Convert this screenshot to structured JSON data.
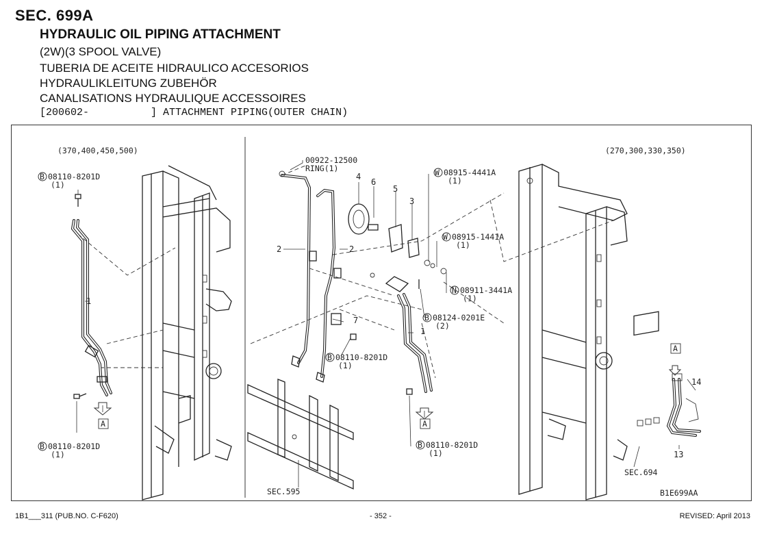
{
  "header": {
    "section_code": "SEC. 699A",
    "title": "HYDRAULIC OIL PIPING ATTACHMENT",
    "subtitle": "(2W)(3 SPOOL VALVE)",
    "title_es": "TUBERIA DE ACEITE HIDRAULICO ACCESORIOS",
    "title_de": "HYDRAULIKLEITUNG ZUBEHÖR",
    "title_fr": "CANALISATIONS HYDRAULIQUE ACCESSOIRES",
    "range_line": "[200602-          ] ATTACHMENT PIPING(OUTER CHAIN)"
  },
  "diagram": {
    "left_models": "(370,400,450,500)",
    "right_models": "(270,300,330,350)",
    "drawing_id": "B1E699AA",
    "sec595": "SEC.595",
    "sec694": "SEC.694",
    "callout_a": "A",
    "callouts": {
      "l_bolt_top_code": "08110-8201D",
      "l_bolt_top_qty": "(1)",
      "l_bolt_bot_code": "08110-8201D",
      "l_bolt_bot_qty": "(1)",
      "ring_code": "00922-12500",
      "ring_name": "RING(1)",
      "w1_code": "08915-4441A",
      "w1_qty": "(1)",
      "w2_code": "08915-1441A",
      "w2_qty": "(1)",
      "n_code": "08911-3441A",
      "n_qty": "(1)",
      "b_mid_code": "08124-0201E",
      "b_mid_qty": "(2)",
      "b_center_code": "08110-8201D",
      "b_center_qty": "(1)",
      "b_right_code": "08110-8201D",
      "b_right_qty": "(1)"
    },
    "letters": {
      "b": "B",
      "w": "W",
      "n": "N"
    },
    "part_numbers": {
      "p1": "1",
      "p1b": "1",
      "p2a": "2",
      "p2b": "2",
      "p3": "3",
      "p4": "4",
      "p5": "5",
      "p6": "6",
      "p7": "7",
      "p13": "13",
      "p14": "14"
    }
  },
  "footer": {
    "left": "1B1___311 (PUB.NO. C-F620)",
    "center": "- 352 -",
    "right": "REVISED: April 2013"
  }
}
